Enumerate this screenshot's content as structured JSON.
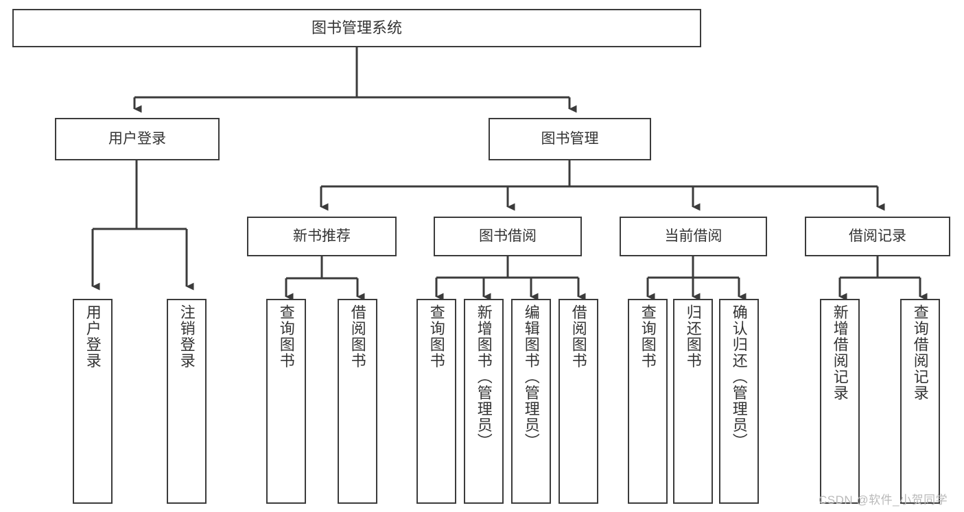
{
  "diagram": {
    "title": "图书管理系统",
    "watermark": "CSDN @软件_小贺同学",
    "stroke_color": "#3b3b3b",
    "text_color": "#333333",
    "background": "#ffffff",
    "levels": {
      "root": {
        "label": "图书管理系统"
      },
      "level2": [
        {
          "label": "用户登录"
        },
        {
          "label": "图书管理"
        }
      ],
      "level3": [
        {
          "label": "新书推荐"
        },
        {
          "label": "图书借阅"
        },
        {
          "label": "当前借阅"
        },
        {
          "label": "借阅记录"
        }
      ],
      "leaves": {
        "user_login": [
          {
            "label": "用户登录"
          },
          {
            "label": "注销登录"
          }
        ],
        "new_book_recommend": [
          {
            "label": "查询图书"
          },
          {
            "label": "借阅图书"
          }
        ],
        "book_borrow": [
          {
            "label": "查询图书"
          },
          {
            "label": "新增图书（管理员）"
          },
          {
            "label": "编辑图书（管理员）"
          },
          {
            "label": "借阅图书"
          }
        ],
        "current_borrow": [
          {
            "label": "查询图书"
          },
          {
            "label": "归还图书"
          },
          {
            "label": "确认归还（管理员）"
          }
        ],
        "borrow_record": [
          {
            "label": "新增借阅记录"
          },
          {
            "label": "查询借阅记录"
          }
        ]
      }
    }
  }
}
